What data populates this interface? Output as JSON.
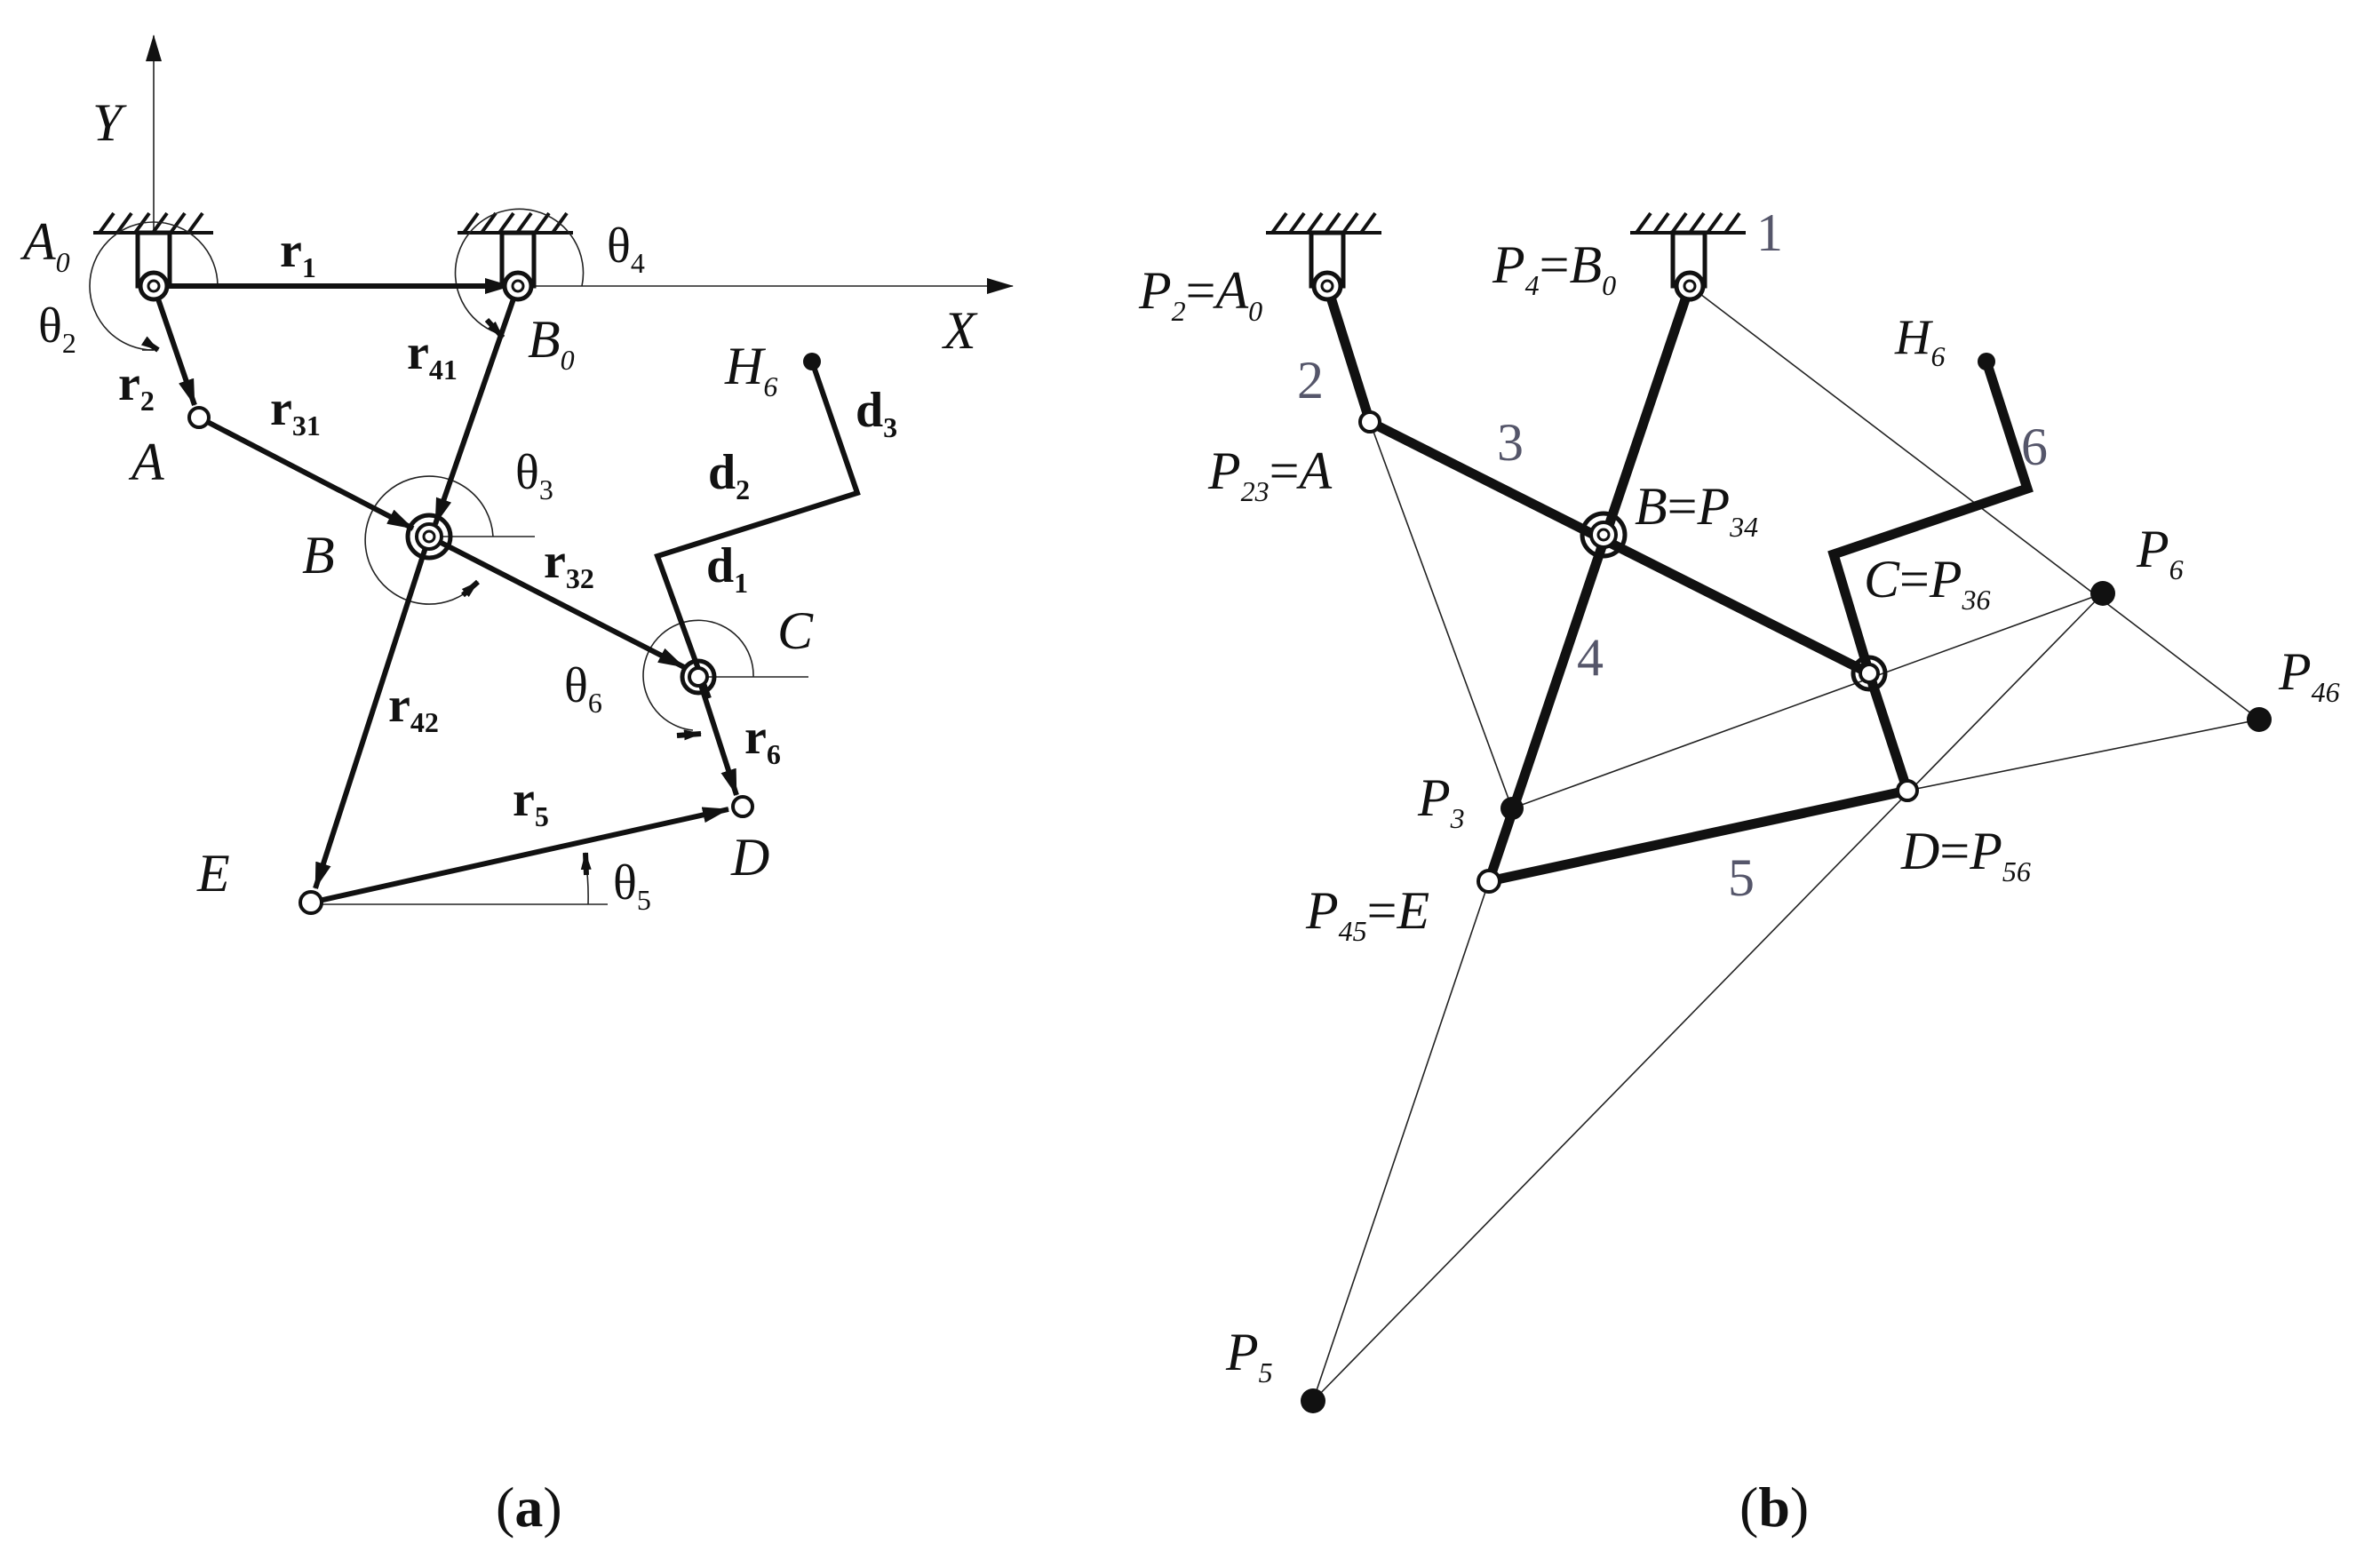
{
  "panel_a": {
    "caption": {
      "open": "(",
      "letter": "a",
      "close": ")"
    },
    "axes": {
      "y": "Y",
      "x": "X"
    },
    "points": {
      "A0": {
        "main": "A",
        "sub": "0"
      },
      "B0": {
        "main": "B",
        "sub": "0"
      },
      "A": "A",
      "B": "B",
      "C": "C",
      "D": "D",
      "E": "E",
      "H6": {
        "main": "H",
        "sub": "6"
      }
    },
    "vectors": {
      "r1": {
        "main": "r",
        "sub": "1"
      },
      "r2": {
        "main": "r",
        "sub": "2"
      },
      "r31": {
        "main": "r",
        "sub": "31"
      },
      "r32": {
        "main": "r",
        "sub": "32"
      },
      "r41": {
        "main": "r",
        "sub": "41"
      },
      "r42": {
        "main": "r",
        "sub": "42"
      },
      "r5": {
        "main": "r",
        "sub": "5"
      },
      "r6": {
        "main": "r",
        "sub": "6"
      },
      "d1": {
        "main": "d",
        "sub": "1"
      },
      "d2": {
        "main": "d",
        "sub": "2"
      },
      "d3": {
        "main": "d",
        "sub": "3"
      }
    },
    "angles": {
      "theta2": {
        "main": "θ",
        "sub": "2"
      },
      "theta3": {
        "main": "θ",
        "sub": "3"
      },
      "theta4": {
        "main": "θ",
        "sub": "4"
      },
      "theta5": {
        "main": "θ",
        "sub": "5"
      },
      "theta6": {
        "main": "θ",
        "sub": "6"
      }
    }
  },
  "panel_b": {
    "caption": {
      "open": "(",
      "letter": "b",
      "close": ")"
    },
    "link_numbers": [
      "1",
      "2",
      "3",
      "4",
      "5",
      "6"
    ],
    "labels": {
      "P2_A0": {
        "m1": "P",
        "s1": "2",
        "eq": "=",
        "m2": "A",
        "s2": "0"
      },
      "P4_B0": {
        "m1": "P",
        "s1": "4",
        "eq": "=",
        "m2": "B",
        "s2": "0"
      },
      "P23_A": {
        "m1": "P",
        "s1": "23",
        "eq": "=",
        "m2": "A"
      },
      "B_P34": {
        "m1": "B",
        "eq": "=",
        "m2": "P",
        "s2": "34"
      },
      "C_P36": {
        "m1": "C",
        "eq": "=",
        "m2": "P",
        "s2": "36"
      },
      "D_P56": {
        "m1": "D",
        "eq": "=",
        "m2": "P",
        "s2": "56"
      },
      "P45_E": {
        "m1": "P",
        "s1": "45",
        "eq": "=",
        "m2": "E"
      },
      "H6": {
        "m1": "H",
        "s1": "6"
      },
      "P3": {
        "m1": "P",
        "s1": "3"
      },
      "P5": {
        "m1": "P",
        "s1": "5"
      },
      "P6": {
        "m1": "P",
        "s1": "6"
      },
      "P46": {
        "m1": "P",
        "s1": "46"
      }
    }
  }
}
